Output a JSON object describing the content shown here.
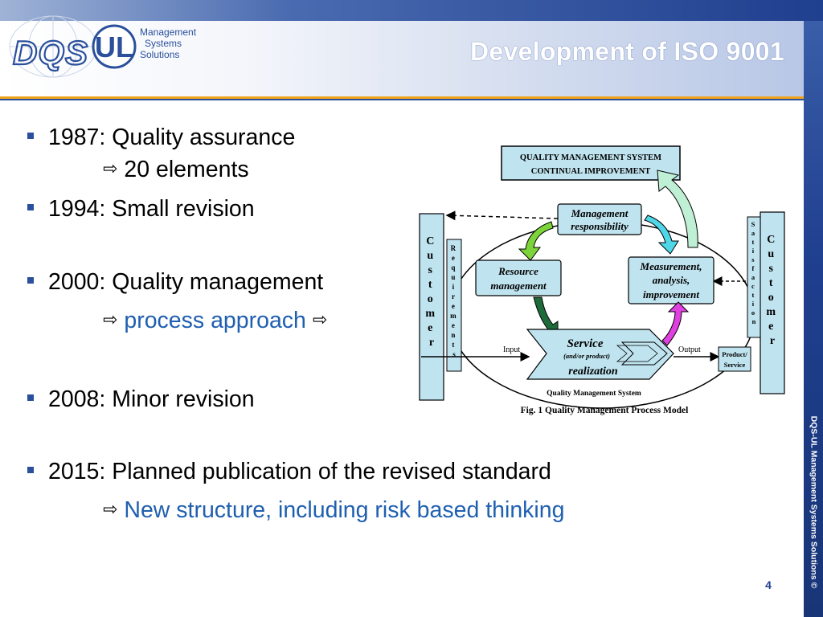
{
  "slide": {
    "title": "Development of ISO 9001",
    "page_number": "4",
    "footer_vertical": "DQS-UL Management Systems Solutions ©"
  },
  "logo": {
    "left_mark": "DQS",
    "right_mark": "UL",
    "lines": [
      "Management",
      "Systems",
      "Solutions"
    ]
  },
  "bullets": [
    {
      "text": "1987: Quality assurance",
      "sub": "20 elements",
      "sub_color": "#000000"
    },
    {
      "text": "1994: Small revision"
    },
    {
      "text": "2000: Quality management",
      "sub": "process approach",
      "sub_color": "#1f5fb0",
      "sub_trailing_arrow": true
    },
    {
      "text": "2008: Minor revision"
    },
    {
      "text": "2015: Planned publication of the revised standard",
      "sub": "New structure, including risk based thinking",
      "sub_color": "#1f5fb0"
    }
  ],
  "arrow_glyph": "⇨",
  "diagram": {
    "qms_box": [
      "QUALITY MANAGEMENT SYSTEM",
      "CONTINUAL IMPROVEMENT"
    ],
    "customer_left": [
      "C",
      "u",
      "s",
      "t",
      "o",
      "m",
      "e",
      "r"
    ],
    "requirements": [
      "R",
      "e",
      "q",
      "u",
      "i",
      "r",
      "e",
      "m",
      "e",
      "n",
      "t",
      "s"
    ],
    "customer_right": [
      "C",
      "u",
      "s",
      "t",
      "o",
      "m",
      "e",
      "r"
    ],
    "satisfaction": [
      "S",
      "a",
      "t",
      "i",
      "s",
      "f",
      "a",
      "c",
      "t",
      "i",
      "o",
      "n"
    ],
    "management_responsibility": [
      "Management",
      "responsibility"
    ],
    "resource_management": [
      "Resource",
      "management"
    ],
    "measurement": [
      "Measurement,",
      "analysis,",
      "improvement"
    ],
    "service": {
      "line1": "Service",
      "line2": "(and/or product)",
      "line3": "realization"
    },
    "input_label": "Input",
    "output_label": "Output",
    "product_service": [
      "Product/",
      "Service"
    ],
    "qms_ellipse_label": "Quality Management System",
    "caption": "Fig. 1  Quality Management  Process Model"
  },
  "colors": {
    "accent_blue": "#1f5fb0",
    "header_navy": "#1f3f8f",
    "header_orange": "#f0a41e",
    "diagram_box": "#bfe3ef"
  }
}
